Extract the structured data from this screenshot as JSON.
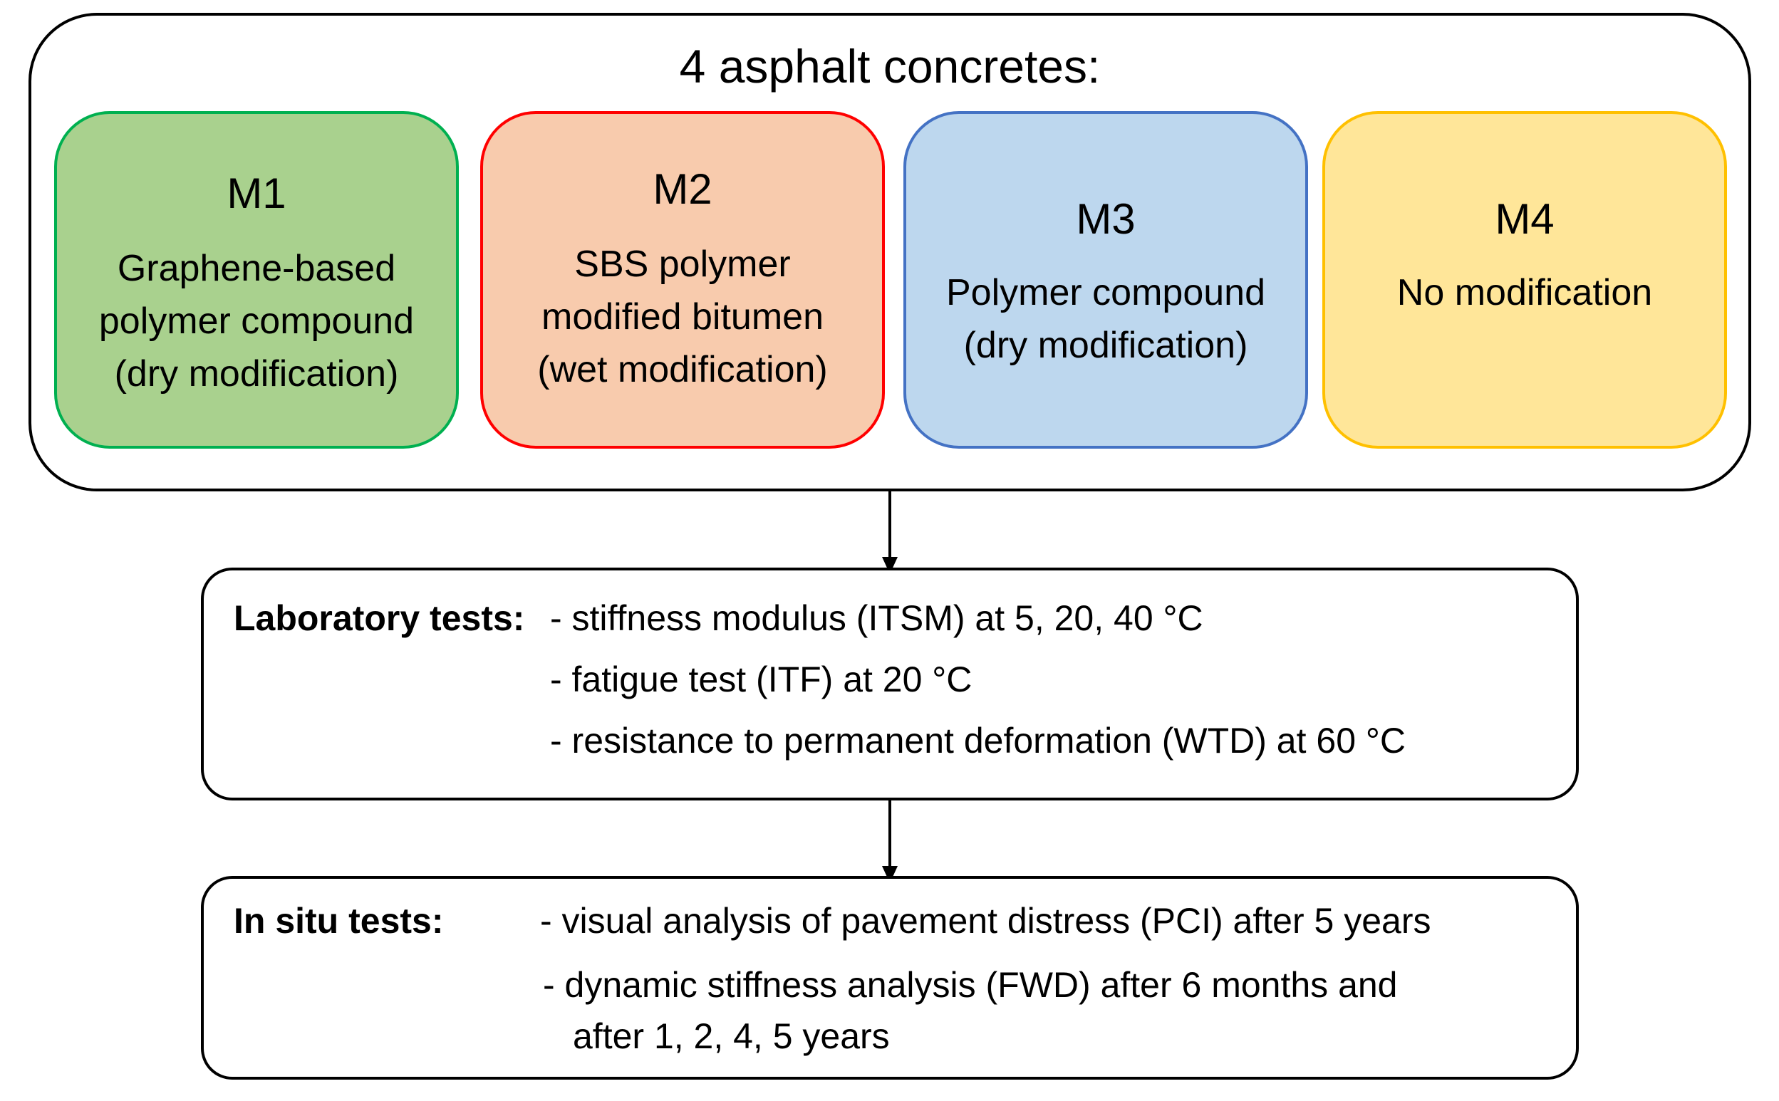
{
  "top": {
    "title": "4 asphalt concretes:",
    "mixes": [
      {
        "id": "M1",
        "lines": [
          "Graphene-based",
          "polymer compound",
          "(dry modification)"
        ],
        "fill": "#a9d18e",
        "border": "#00b050"
      },
      {
        "id": "M2",
        "lines": [
          "SBS polymer",
          "modified bitumen",
          "(wet modification)"
        ],
        "fill": "#f8cbad",
        "border": "#ff0000"
      },
      {
        "id": "M3",
        "lines": [
          "Polymer compound",
          "(dry modification)"
        ],
        "fill": "#bdd7ee",
        "border": "#4472c4"
      },
      {
        "id": "M4",
        "lines": [
          "No modification"
        ],
        "fill": "#ffe699",
        "border": "#ffc000"
      }
    ]
  },
  "lab": {
    "label": "Laboratory tests:",
    "items": [
      "- stiffness modulus (ITSM) at 5, 20, 40 °C",
      "- fatigue test (ITF) at 20 °C",
      "- resistance to permanent deformation (WTD) at 60 °C"
    ]
  },
  "insitu": {
    "label": "In situ tests:",
    "items": [
      "- visual analysis of pavement distress (PCI) after 5 years",
      "- dynamic stiffness analysis (FWD) after 6 months and",
      "after 1, 2, 4, 5 years"
    ]
  }
}
